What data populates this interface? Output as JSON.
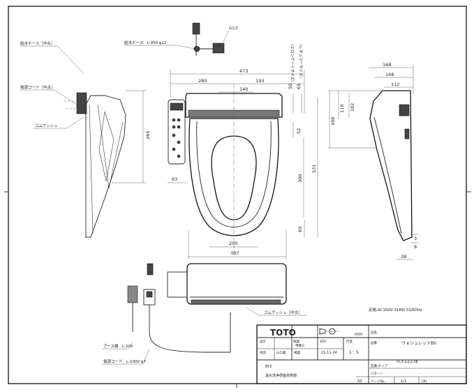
{
  "left_view": {
    "labels": {
      "supply_hose": "給水ホース［中古］",
      "power_cord": "電源コード［中古］",
      "rubber_bush": "ゴムブッシュ"
    },
    "dimensions": {
      "height": "265",
      "offset": "63"
    }
  },
  "top_view": {
    "labels": {
      "supply_hose_len": "給水ホース　L-950 φ12",
      "thread": "G1/2",
      "elongated": "（エロンゲートサイズ）",
      "regular": "（レギュラーサイズ）"
    },
    "dimensions": {
      "overall_width": "473",
      "left": "280",
      "right": "193",
      "center": "140",
      "elong": "50",
      "reg": "65",
      "d52": "52",
      "d300": "300",
      "d531": "531",
      "d69": "69",
      "seat_w": "200",
      "base_w": "387"
    }
  },
  "right_view": {
    "dimensions": {
      "w168": "168",
      "w148": "148",
      "w112": "112",
      "h110": "110",
      "h102": "102",
      "h200": "200",
      "d3": "3",
      "d8": "8",
      "d38": "38"
    }
  },
  "bottom_view": {
    "labels": {
      "rubber_bush": "ゴムブッシュ［中古］",
      "earth_wire": "アース線　L-200",
      "power_cord_len": "電源コード　L-1000 φ7"
    }
  },
  "rating": "定格:AC100V-318W 50/60Hz",
  "title_block": {
    "brand": "TOTO",
    "unit": "mm",
    "product": "ウォシュレットBV",
    "model": "TCF2223E",
    "scale": "1：5",
    "date": "21-11-24",
    "drawn_label": "製図",
    "drawn_by": "山口義",
    "checked_label": "検図",
    "checked_by": "甲橋三",
    "approved_label": "承認",
    "design_label": "設計",
    "date_label": "日付",
    "scale_label": "尺度",
    "code": "BY2",
    "dept": "温水洗浄便座技術部",
    "name_label": "品名",
    "spec_label": "品番",
    "model_label": "型番/タイプ",
    "pattern_label": "パターン",
    "dash": "-",
    "page_label": "ページNo.",
    "page": "1/1",
    "sheet_size": "A3",
    "rev": "(A)"
  }
}
